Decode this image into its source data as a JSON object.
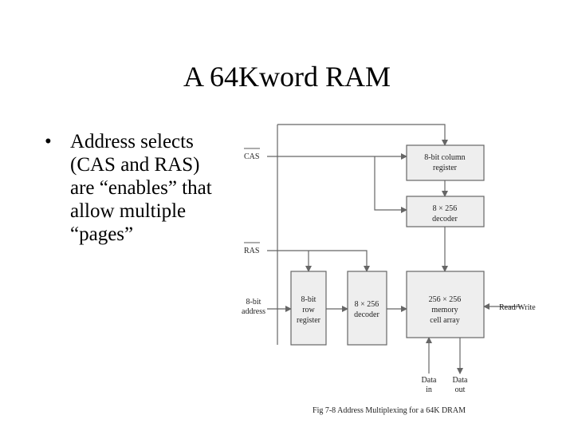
{
  "slide": {
    "title": "A 64Kword RAM",
    "bullet_symbol": "•",
    "bullet_text": "Address selects\n(CAS and RAS)\nare “enables” that\nallow multiple\n“pages”"
  },
  "diagram": {
    "signals": {
      "cas": "CAS",
      "ras": "RAS",
      "address": [
        "8-bit",
        "address"
      ],
      "read_write": "Read/Write"
    },
    "blocks": {
      "column_register": [
        "8-bit column",
        "register"
      ],
      "column_decoder": [
        "8 × 256",
        "decoder"
      ],
      "row_register": [
        "8-bit",
        "row",
        "register"
      ],
      "row_decoder": [
        "8 × 256",
        "decoder"
      ],
      "memory": [
        "256 × 256",
        "memory",
        "cell array"
      ]
    },
    "outputs": {
      "data_in": [
        "Data",
        "in"
      ],
      "data_out": [
        "Data",
        "out"
      ]
    },
    "caption": "Fig 7-8  Address Multiplexing for a 64K DRAM"
  },
  "colors": {
    "block_fill": "#eeeeee",
    "line": "#666666",
    "text": "#000000"
  }
}
